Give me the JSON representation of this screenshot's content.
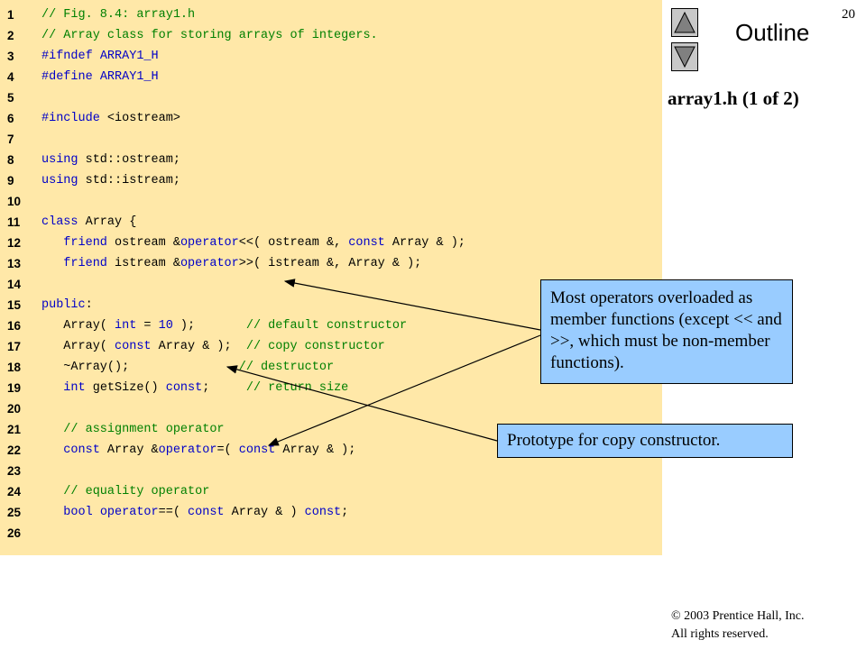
{
  "slide": {
    "page_number": "20",
    "outline_title": "Outline",
    "title": "array1.h (1 of 2)",
    "copyright_line1": "© 2003 Prentice Hall, Inc.",
    "copyright_line2": "All rights reserved."
  },
  "nav": {
    "up_icon": "triangle-up-icon",
    "down_icon": "triangle-down-icon"
  },
  "colors": {
    "code_background": "#ffe8a8",
    "comment": "#008000",
    "keyword": "#0000c8",
    "callout_background": "#99ccff"
  },
  "callouts": {
    "operators": "Most operators overloaded as member functions (except << and >>, which must be non-member functions).",
    "copy_constructor": "Prototype for copy constructor."
  },
  "code_lines": [
    {
      "num": "1",
      "tokens": [
        {
          "t": "// Fig. 8.4: array1.h",
          "c": "c"
        }
      ]
    },
    {
      "num": "2",
      "tokens": [
        {
          "t": "// Array class for storing arrays of integers.",
          "c": "c"
        }
      ]
    },
    {
      "num": "3",
      "tokens": [
        {
          "t": "#ifndef ",
          "c": "k"
        },
        {
          "t": "ARRAY1_H",
          "c": "k"
        }
      ]
    },
    {
      "num": "4",
      "tokens": [
        {
          "t": "#define ",
          "c": "k"
        },
        {
          "t": "ARRAY1_H",
          "c": "k"
        }
      ]
    },
    {
      "num": "5",
      "tokens": []
    },
    {
      "num": "6",
      "tokens": [
        {
          "t": "#include ",
          "c": "k"
        },
        {
          "t": "<iostream>",
          "c": "n"
        }
      ]
    },
    {
      "num": "7",
      "tokens": []
    },
    {
      "num": "8",
      "tokens": [
        {
          "t": "using ",
          "c": "k"
        },
        {
          "t": "std::ostream;",
          "c": "n"
        }
      ]
    },
    {
      "num": "9",
      "tokens": [
        {
          "t": "using ",
          "c": "k"
        },
        {
          "t": "std::istream;",
          "c": "n"
        }
      ]
    },
    {
      "num": "10",
      "tokens": []
    },
    {
      "num": "11",
      "tokens": [
        {
          "t": "class ",
          "c": "k"
        },
        {
          "t": "Array {",
          "c": "n"
        }
      ]
    },
    {
      "num": "12",
      "tokens": [
        {
          "t": "   friend ",
          "c": "k"
        },
        {
          "t": "ostream &",
          "c": "n"
        },
        {
          "t": "operator",
          "c": "k"
        },
        {
          "t": "<<( ostream &, ",
          "c": "n"
        },
        {
          "t": "const ",
          "c": "k"
        },
        {
          "t": "Array & );",
          "c": "n"
        }
      ]
    },
    {
      "num": "13",
      "tokens": [
        {
          "t": "   friend ",
          "c": "k"
        },
        {
          "t": "istream &",
          "c": "n"
        },
        {
          "t": "operator",
          "c": "k"
        },
        {
          "t": ">>( istream &, Array & );",
          "c": "n"
        }
      ]
    },
    {
      "num": "14",
      "tokens": []
    },
    {
      "num": "15",
      "tokens": [
        {
          "t": "public",
          "c": "k"
        },
        {
          "t": ":",
          "c": "n"
        }
      ]
    },
    {
      "num": "16",
      "tokens": [
        {
          "t": "   Array( ",
          "c": "n"
        },
        {
          "t": "int ",
          "c": "k"
        },
        {
          "t": "= ",
          "c": "n"
        },
        {
          "t": "10",
          "c": "k"
        },
        {
          "t": " );       ",
          "c": "n"
        },
        {
          "t": "// default constructor",
          "c": "c"
        }
      ]
    },
    {
      "num": "17",
      "tokens": [
        {
          "t": "   Array( ",
          "c": "n"
        },
        {
          "t": "const ",
          "c": "k"
        },
        {
          "t": "Array & );  ",
          "c": "n"
        },
        {
          "t": "// copy constructor",
          "c": "c"
        }
      ]
    },
    {
      "num": "18",
      "tokens": [
        {
          "t": "   ~Array();               ",
          "c": "n"
        },
        {
          "t": "// destructor",
          "c": "c"
        }
      ]
    },
    {
      "num": "19",
      "tokens": [
        {
          "t": "   int ",
          "c": "k"
        },
        {
          "t": "getSize() ",
          "c": "n"
        },
        {
          "t": "const",
          "c": "k"
        },
        {
          "t": ";     ",
          "c": "n"
        },
        {
          "t": "// return size",
          "c": "c"
        }
      ]
    },
    {
      "num": "20",
      "tokens": []
    },
    {
      "num": "21",
      "tokens": [
        {
          "t": "   // assignment operator",
          "c": "c"
        }
      ]
    },
    {
      "num": "22",
      "tokens": [
        {
          "t": "   const ",
          "c": "k"
        },
        {
          "t": "Array &",
          "c": "n"
        },
        {
          "t": "operator",
          "c": "k"
        },
        {
          "t": "=( ",
          "c": "n"
        },
        {
          "t": "const ",
          "c": "k"
        },
        {
          "t": "Array & );",
          "c": "n"
        }
      ]
    },
    {
      "num": "23",
      "tokens": []
    },
    {
      "num": "24",
      "tokens": [
        {
          "t": "   // equality operator",
          "c": "c"
        }
      ]
    },
    {
      "num": "25",
      "tokens": [
        {
          "t": "   bool ",
          "c": "k"
        },
        {
          "t": "operator",
          "c": "k"
        },
        {
          "t": "==( ",
          "c": "n"
        },
        {
          "t": "const ",
          "c": "k"
        },
        {
          "t": "Array & ) ",
          "c": "n"
        },
        {
          "t": "const",
          "c": "k"
        },
        {
          "t": ";",
          "c": "n"
        }
      ]
    },
    {
      "num": "26",
      "tokens": []
    }
  ]
}
